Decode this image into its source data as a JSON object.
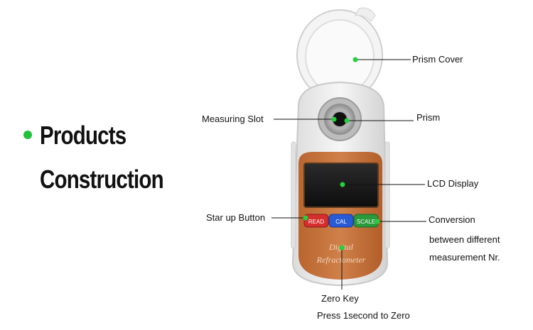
{
  "heading": {
    "line1": "Products",
    "line2": "Construction",
    "bullet_color": "#22c13a"
  },
  "device": {
    "buttons": [
      {
        "label": "READ",
        "color": "#d62d2d"
      },
      {
        "label": "CAL",
        "color": "#2a5bd6"
      },
      {
        "label": "SCALE",
        "color": "#2a9a3a"
      }
    ],
    "brand_line1": "Digital",
    "brand_line2": "Refractometer",
    "body_color": "#c8733c"
  },
  "callouts": {
    "prism_cover": "Prism Cover",
    "measuring_slot": "Measuring Slot",
    "prism": "Prism",
    "lcd_display": "LCD Display",
    "start_button": "Star up Button",
    "conversion_line1": "Conversion",
    "conversion_line2": "between different",
    "conversion_line3": "measurement Nr.",
    "zero_key_line1": "Zero Key",
    "zero_key_line2": "Press 1second to Zero"
  },
  "marker_color": "#22d13c"
}
